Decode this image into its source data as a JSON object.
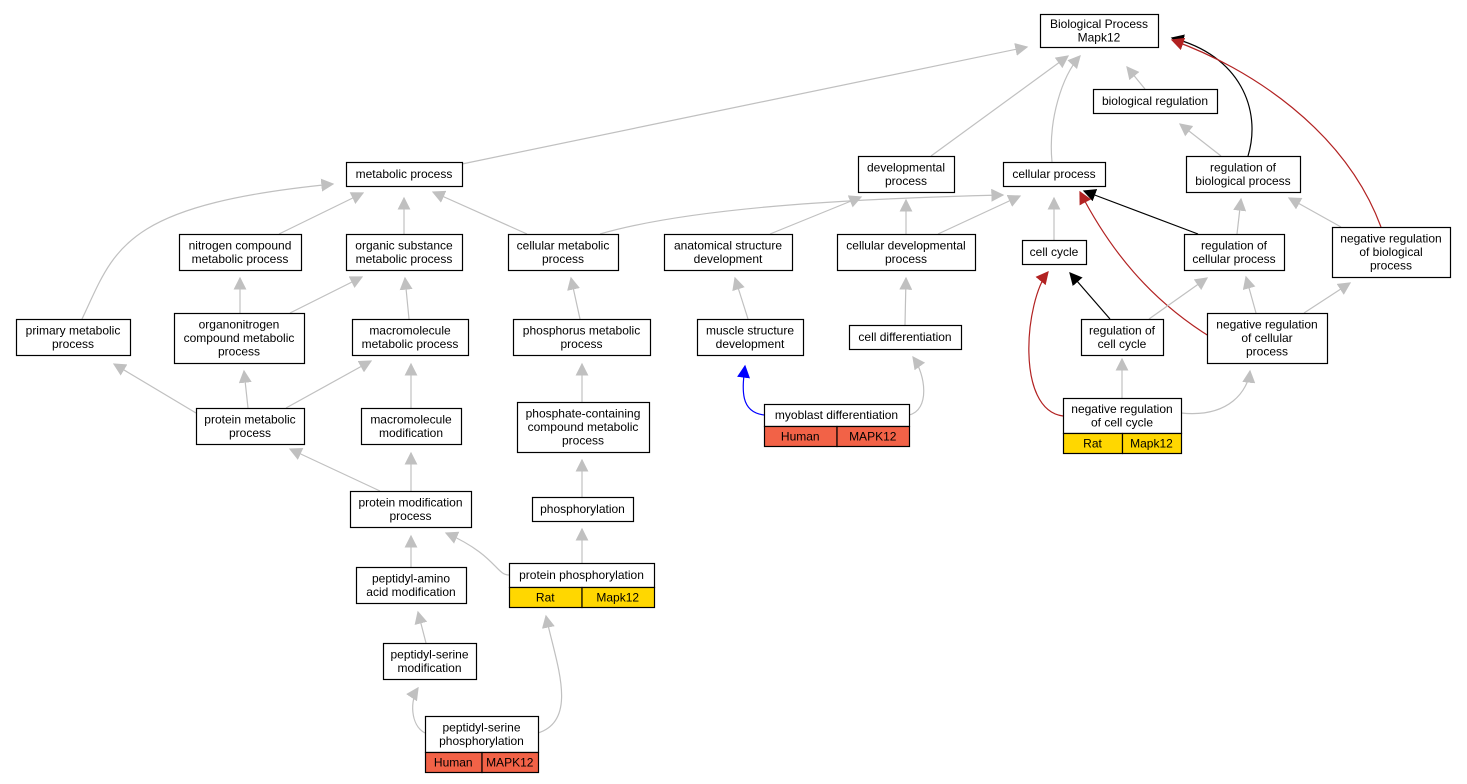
{
  "nodes": {
    "root": {
      "lines": [
        "Biological Process",
        "Mapk12"
      ]
    },
    "biological_regulation": {
      "lines": [
        "biological regulation"
      ]
    },
    "metabolic_process": {
      "lines": [
        "metabolic process"
      ]
    },
    "developmental_process": {
      "lines": [
        "developmental",
        "process"
      ]
    },
    "cellular_process": {
      "lines": [
        "cellular process"
      ]
    },
    "regulation_of_biological_process": {
      "lines": [
        "regulation of",
        "biological process"
      ]
    },
    "nitrogen_compound_metabolic_process": {
      "lines": [
        "nitrogen compound",
        "metabolic process"
      ]
    },
    "organic_substance_metabolic_process": {
      "lines": [
        "organic substance",
        "metabolic process"
      ]
    },
    "cellular_metabolic_process": {
      "lines": [
        "cellular metabolic",
        "process"
      ]
    },
    "anatomical_structure_development": {
      "lines": [
        "anatomical structure",
        "development"
      ]
    },
    "cellular_developmental_process": {
      "lines": [
        "cellular developmental",
        "process"
      ]
    },
    "cell_cycle": {
      "lines": [
        "cell cycle"
      ]
    },
    "regulation_of_cellular_process": {
      "lines": [
        "regulation of",
        "cellular process"
      ]
    },
    "negative_regulation_of_biological_process": {
      "lines": [
        "negative regulation",
        "of biological",
        "process"
      ]
    },
    "primary_metabolic_process": {
      "lines": [
        "primary metabolic",
        "process"
      ]
    },
    "organonitrogen_compound_metabolic_process": {
      "lines": [
        "organonitrogen",
        "compound metabolic",
        "process"
      ]
    },
    "macromolecule_metabolic_process": {
      "lines": [
        "macromolecule",
        "metabolic process"
      ]
    },
    "phosphorus_metabolic_process": {
      "lines": [
        "phosphorus metabolic",
        "process"
      ]
    },
    "muscle_structure_development": {
      "lines": [
        "muscle structure",
        "development"
      ]
    },
    "cell_differentiation": {
      "lines": [
        "cell differentiation"
      ]
    },
    "regulation_of_cell_cycle": {
      "lines": [
        "regulation of",
        "cell cycle"
      ]
    },
    "negative_regulation_of_cellular_process": {
      "lines": [
        "negative regulation",
        "of cellular",
        "process"
      ]
    },
    "protein_metabolic_process": {
      "lines": [
        "protein metabolic",
        "process"
      ]
    },
    "macromolecule_modification": {
      "lines": [
        "macromolecule",
        "modification"
      ]
    },
    "phosphate_containing_compound_metabolic_process": {
      "lines": [
        "phosphate-containing",
        "compound metabolic",
        "process"
      ]
    },
    "myoblast_differentiation": {
      "lines": [
        "myoblast differentiation"
      ],
      "annotation": {
        "species": "Human",
        "gene": "MAPK12"
      }
    },
    "negative_regulation_of_cell_cycle": {
      "lines": [
        "negative regulation",
        "of cell cycle"
      ],
      "annotation": {
        "species": "Rat",
        "gene": "Mapk12"
      }
    },
    "protein_modification_process": {
      "lines": [
        "protein modification",
        "process"
      ]
    },
    "phosphorylation": {
      "lines": [
        "phosphorylation"
      ]
    },
    "protein_phosphorylation": {
      "lines": [
        "protein phosphorylation"
      ],
      "annotation": {
        "species": "Rat",
        "gene": "Mapk12"
      }
    },
    "peptidyl_amino_acid_modification": {
      "lines": [
        "peptidyl-amino",
        "acid modification"
      ]
    },
    "peptidyl_serine_modification": {
      "lines": [
        "peptidyl-serine",
        "modification"
      ]
    },
    "peptidyl_serine_phosphorylation": {
      "lines": [
        "peptidyl-serine",
        "phosphorylation"
      ],
      "annotation": {
        "species": "Human",
        "gene": "MAPK12"
      }
    }
  },
  "species_colors": {
    "Human": "#f26247",
    "Rat": "#ffd700"
  },
  "edge_colors": {
    "is_a": "#c0c0c0",
    "regulates": "#000000",
    "negatively_regulates": "#b22222",
    "part_of": "#0000ff"
  },
  "edges": [
    {
      "from": "biological_regulation",
      "to": "root",
      "type": "is_a"
    },
    {
      "from": "metabolic_process",
      "to": "root",
      "type": "is_a"
    },
    {
      "from": "developmental_process",
      "to": "root",
      "type": "is_a"
    },
    {
      "from": "cellular_process",
      "to": "root",
      "type": "is_a"
    },
    {
      "from": "regulation_of_biological_process",
      "to": "root",
      "type": "regulates"
    },
    {
      "from": "regulation_of_biological_process",
      "to": "biological_regulation",
      "type": "is_a"
    },
    {
      "from": "negative_regulation_of_biological_process",
      "to": "root",
      "type": "negatively_regulates"
    },
    {
      "from": "negative_regulation_of_biological_process",
      "to": "regulation_of_biological_process",
      "type": "is_a"
    },
    {
      "from": "nitrogen_compound_metabolic_process",
      "to": "metabolic_process",
      "type": "is_a"
    },
    {
      "from": "organic_substance_metabolic_process",
      "to": "metabolic_process",
      "type": "is_a"
    },
    {
      "from": "cellular_metabolic_process",
      "to": "metabolic_process",
      "type": "is_a"
    },
    {
      "from": "cellular_metabolic_process",
      "to": "cellular_process",
      "type": "is_a"
    },
    {
      "from": "primary_metabolic_process",
      "to": "metabolic_process",
      "type": "is_a"
    },
    {
      "from": "anatomical_structure_development",
      "to": "developmental_process",
      "type": "is_a"
    },
    {
      "from": "cellular_developmental_process",
      "to": "developmental_process",
      "type": "is_a"
    },
    {
      "from": "cellular_developmental_process",
      "to": "cellular_process",
      "type": "is_a"
    },
    {
      "from": "cell_cycle",
      "to": "cellular_process",
      "type": "is_a"
    },
    {
      "from": "regulation_of_cellular_process",
      "to": "cellular_process",
      "type": "regulates"
    },
    {
      "from": "regulation_of_cellular_process",
      "to": "regulation_of_biological_process",
      "type": "is_a"
    },
    {
      "from": "negative_regulation_of_cellular_process",
      "to": "cellular_process",
      "type": "negatively_regulates"
    },
    {
      "from": "negative_regulation_of_cellular_process",
      "to": "regulation_of_cellular_process",
      "type": "is_a"
    },
    {
      "from": "negative_regulation_of_cellular_process",
      "to": "negative_regulation_of_biological_process",
      "type": "is_a"
    },
    {
      "from": "regulation_of_cell_cycle",
      "to": "cell_cycle",
      "type": "regulates"
    },
    {
      "from": "regulation_of_cell_cycle",
      "to": "regulation_of_cellular_process",
      "type": "is_a"
    },
    {
      "from": "negative_regulation_of_cell_cycle",
      "to": "cell_cycle",
      "type": "negatively_regulates"
    },
    {
      "from": "negative_regulation_of_cell_cycle",
      "to": "regulation_of_cell_cycle",
      "type": "is_a"
    },
    {
      "from": "negative_regulation_of_cell_cycle",
      "to": "negative_regulation_of_cellular_process",
      "type": "is_a"
    },
    {
      "from": "organonitrogen_compound_metabolic_process",
      "to": "nitrogen_compound_metabolic_process",
      "type": "is_a"
    },
    {
      "from": "organonitrogen_compound_metabolic_process",
      "to": "organic_substance_metabolic_process",
      "type": "is_a"
    },
    {
      "from": "macromolecule_metabolic_process",
      "to": "organic_substance_metabolic_process",
      "type": "is_a"
    },
    {
      "from": "phosphorus_metabolic_process",
      "to": "cellular_metabolic_process",
      "type": "is_a"
    },
    {
      "from": "muscle_structure_development",
      "to": "anatomical_structure_development",
      "type": "is_a"
    },
    {
      "from": "cell_differentiation",
      "to": "cellular_developmental_process",
      "type": "is_a"
    },
    {
      "from": "myoblast_differentiation",
      "to": "muscle_structure_development",
      "type": "part_of"
    },
    {
      "from": "myoblast_differentiation",
      "to": "cell_differentiation",
      "type": "is_a"
    },
    {
      "from": "protein_metabolic_process",
      "to": "primary_metabolic_process",
      "type": "is_a"
    },
    {
      "from": "protein_metabolic_process",
      "to": "organonitrogen_compound_metabolic_process",
      "type": "is_a"
    },
    {
      "from": "protein_metabolic_process",
      "to": "macromolecule_metabolic_process",
      "type": "is_a"
    },
    {
      "from": "macromolecule_modification",
      "to": "macromolecule_metabolic_process",
      "type": "is_a"
    },
    {
      "from": "phosphate_containing_compound_metabolic_process",
      "to": "phosphorus_metabolic_process",
      "type": "is_a"
    },
    {
      "from": "protein_modification_process",
      "to": "protein_metabolic_process",
      "type": "is_a"
    },
    {
      "from": "protein_modification_process",
      "to": "macromolecule_modification",
      "type": "is_a"
    },
    {
      "from": "phosphorylation",
      "to": "phosphate_containing_compound_metabolic_process",
      "type": "is_a"
    },
    {
      "from": "protein_phosphorylation",
      "to": "protein_modification_process",
      "type": "is_a"
    },
    {
      "from": "protein_phosphorylation",
      "to": "phosphorylation",
      "type": "is_a"
    },
    {
      "from": "peptidyl_amino_acid_modification",
      "to": "protein_modification_process",
      "type": "is_a"
    },
    {
      "from": "peptidyl_serine_modification",
      "to": "peptidyl_amino_acid_modification",
      "type": "is_a"
    },
    {
      "from": "peptidyl_serine_phosphorylation",
      "to": "peptidyl_serine_modification",
      "type": "is_a"
    },
    {
      "from": "peptidyl_serine_phosphorylation",
      "to": "protein_phosphorylation",
      "type": "is_a"
    }
  ]
}
